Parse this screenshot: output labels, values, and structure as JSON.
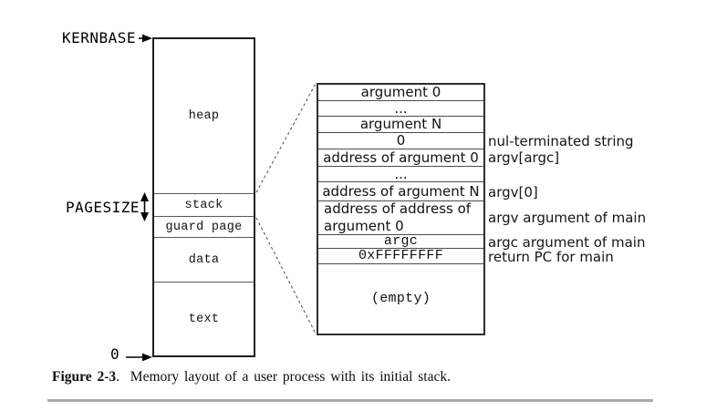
{
  "memory_map": {
    "kernbase_label": "KERNBASE",
    "pagesize_label": "PAGESIZE",
    "zero_label": "0",
    "sections": [
      {
        "label": "heap"
      },
      {
        "label": "stack"
      },
      {
        "label": "guard page"
      },
      {
        "label": "data"
      },
      {
        "label": "text"
      }
    ]
  },
  "stack_detail": {
    "rows": [
      {
        "label": "argument 0"
      },
      {
        "label": "..."
      },
      {
        "label": "argument N"
      },
      {
        "label": "0"
      },
      {
        "label": "address of argument 0"
      },
      {
        "label": "..."
      },
      {
        "label": "address of argument N"
      },
      {
        "label": "address of address of argument 0"
      },
      {
        "label": "argc"
      },
      {
        "label": "0xFFFFFFFF"
      },
      {
        "label": "(empty)"
      }
    ],
    "annotations": [
      {
        "label": "nul-terminated string"
      },
      {
        "label": "argv[argc]"
      },
      {
        "label": "argv[0]"
      },
      {
        "label": "argv argument of main"
      },
      {
        "label": "argc argument of main"
      },
      {
        "label": "return PC for main"
      }
    ]
  },
  "caption": {
    "figure_label": "Figure 2-3",
    "text": ".  Memory layout of a user process with its initial stack."
  }
}
